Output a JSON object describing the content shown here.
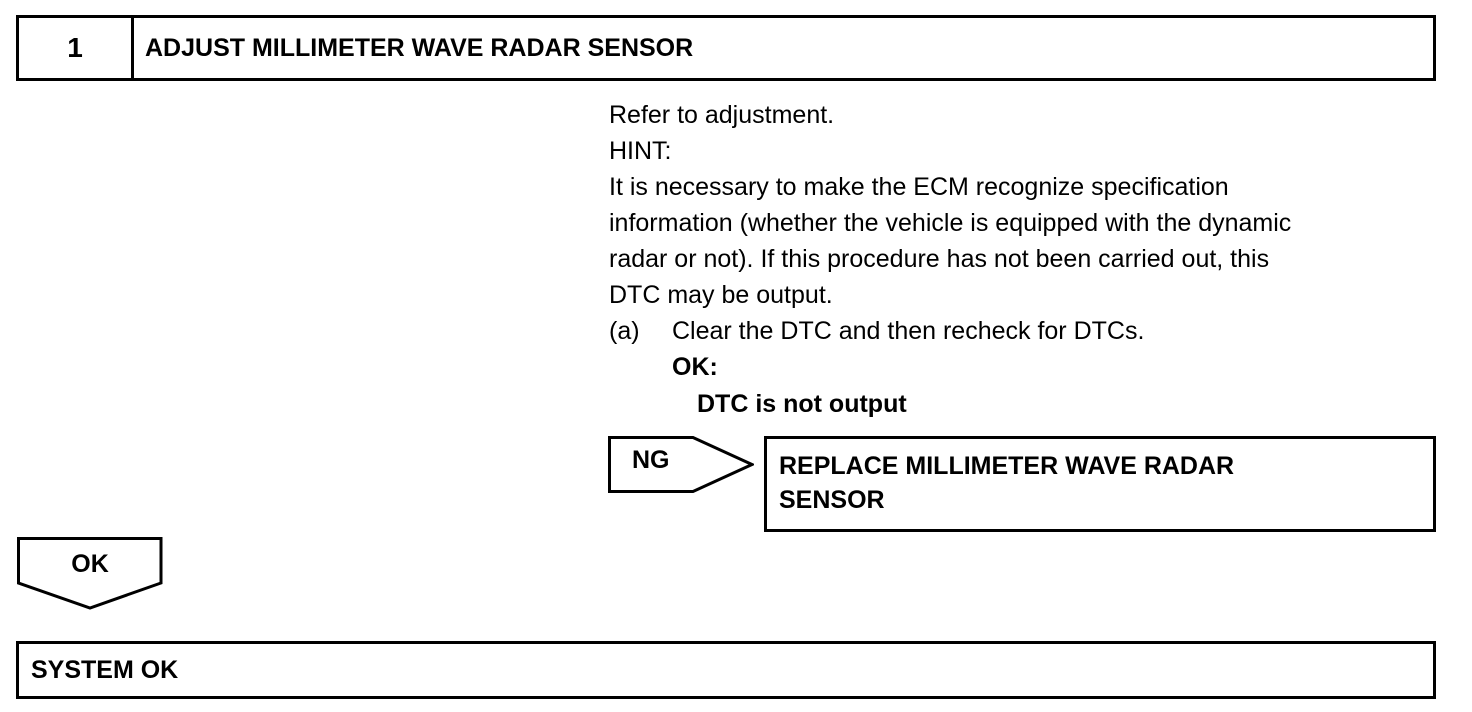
{
  "step": {
    "number": "1",
    "title": "ADJUST MILLIMETER WAVE RADAR SENSOR"
  },
  "content": {
    "intro": "Refer to adjustment.",
    "hint_label": "HINT:",
    "hint_lines": [
      "It is necessary to make the ECM recognize specification",
      "information (whether the vehicle is equipped with the dynamic",
      "radar or not). If this procedure has not been carried out, this",
      "DTC may be output."
    ],
    "substep_label": "(a)",
    "substep_text": "Clear the DTC and then recheck for DTCs.",
    "ok_label": "OK:",
    "ok_spec": "DTC is not output"
  },
  "ng_branch": {
    "label": "NG",
    "result_lines": [
      "REPLACE MILLIMETER WAVE RADAR",
      "SENSOR"
    ]
  },
  "ok_branch": {
    "label": "OK"
  },
  "final": {
    "text": "SYSTEM OK"
  }
}
